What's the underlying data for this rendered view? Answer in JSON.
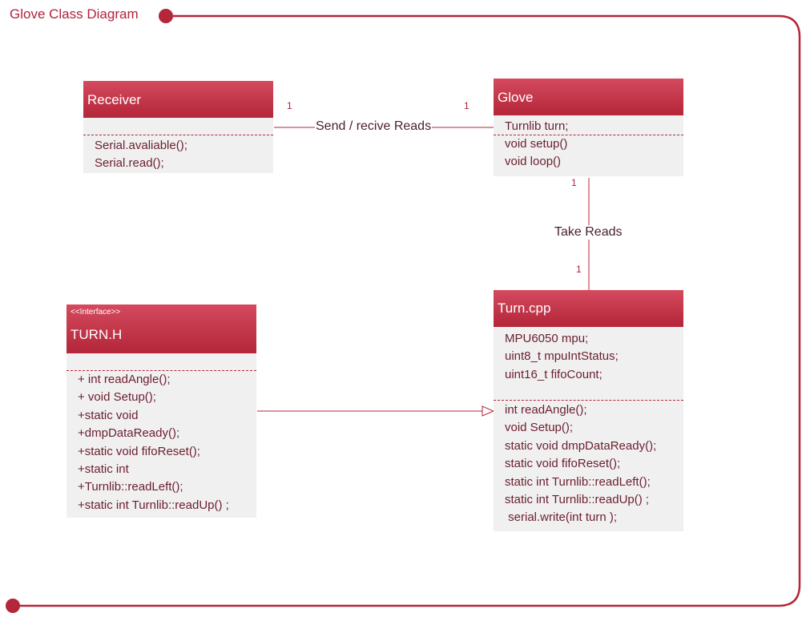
{
  "diagram": {
    "title": "Glove Class Diagram",
    "accent_color": "#b42639"
  },
  "classes": {
    "receiver": {
      "name": "Receiver",
      "attributes": [],
      "operations": [
        "Serial.avaliable();",
        "Serial.read();"
      ]
    },
    "glove": {
      "name": "Glove",
      "attributes": [
        "Turnlib turn;"
      ],
      "operations": [
        "void setup()",
        "void loop()"
      ]
    },
    "turn_h": {
      "stereotype": "<<Interface>>",
      "name": "TURN.H",
      "attributes": [],
      "operations": [
        "+ int readAngle();",
        "+ void Setup();",
        "+static void",
        "+dmpDataReady();",
        "+static void fifoReset();",
        "+static int",
        "+Turnlib::readLeft();",
        "+static int Turnlib::readUp() ;"
      ]
    },
    "turn_cpp": {
      "name": "Turn.cpp",
      "attributes": [
        "MPU6050 mpu;",
        "uint8_t mpuIntStatus;",
        "uint16_t fifoCount;"
      ],
      "operations": [
        "int readAngle();",
        "void Setup();",
        "static void dmpDataReady();",
        "static void fifoReset();",
        "static int Turnlib::readLeft();",
        "static int Turnlib::readUp() ;",
        " serial.write(int turn );"
      ]
    }
  },
  "connectors": {
    "receiver_glove": {
      "label": "Send / recive Reads",
      "source_multiplicity": "1",
      "target_multiplicity": "1"
    },
    "glove_turncpp": {
      "label": "Take Reads",
      "source_multiplicity": "1",
      "target_multiplicity": "1"
    },
    "turnh_turncpp": {
      "kind": "realization"
    }
  }
}
